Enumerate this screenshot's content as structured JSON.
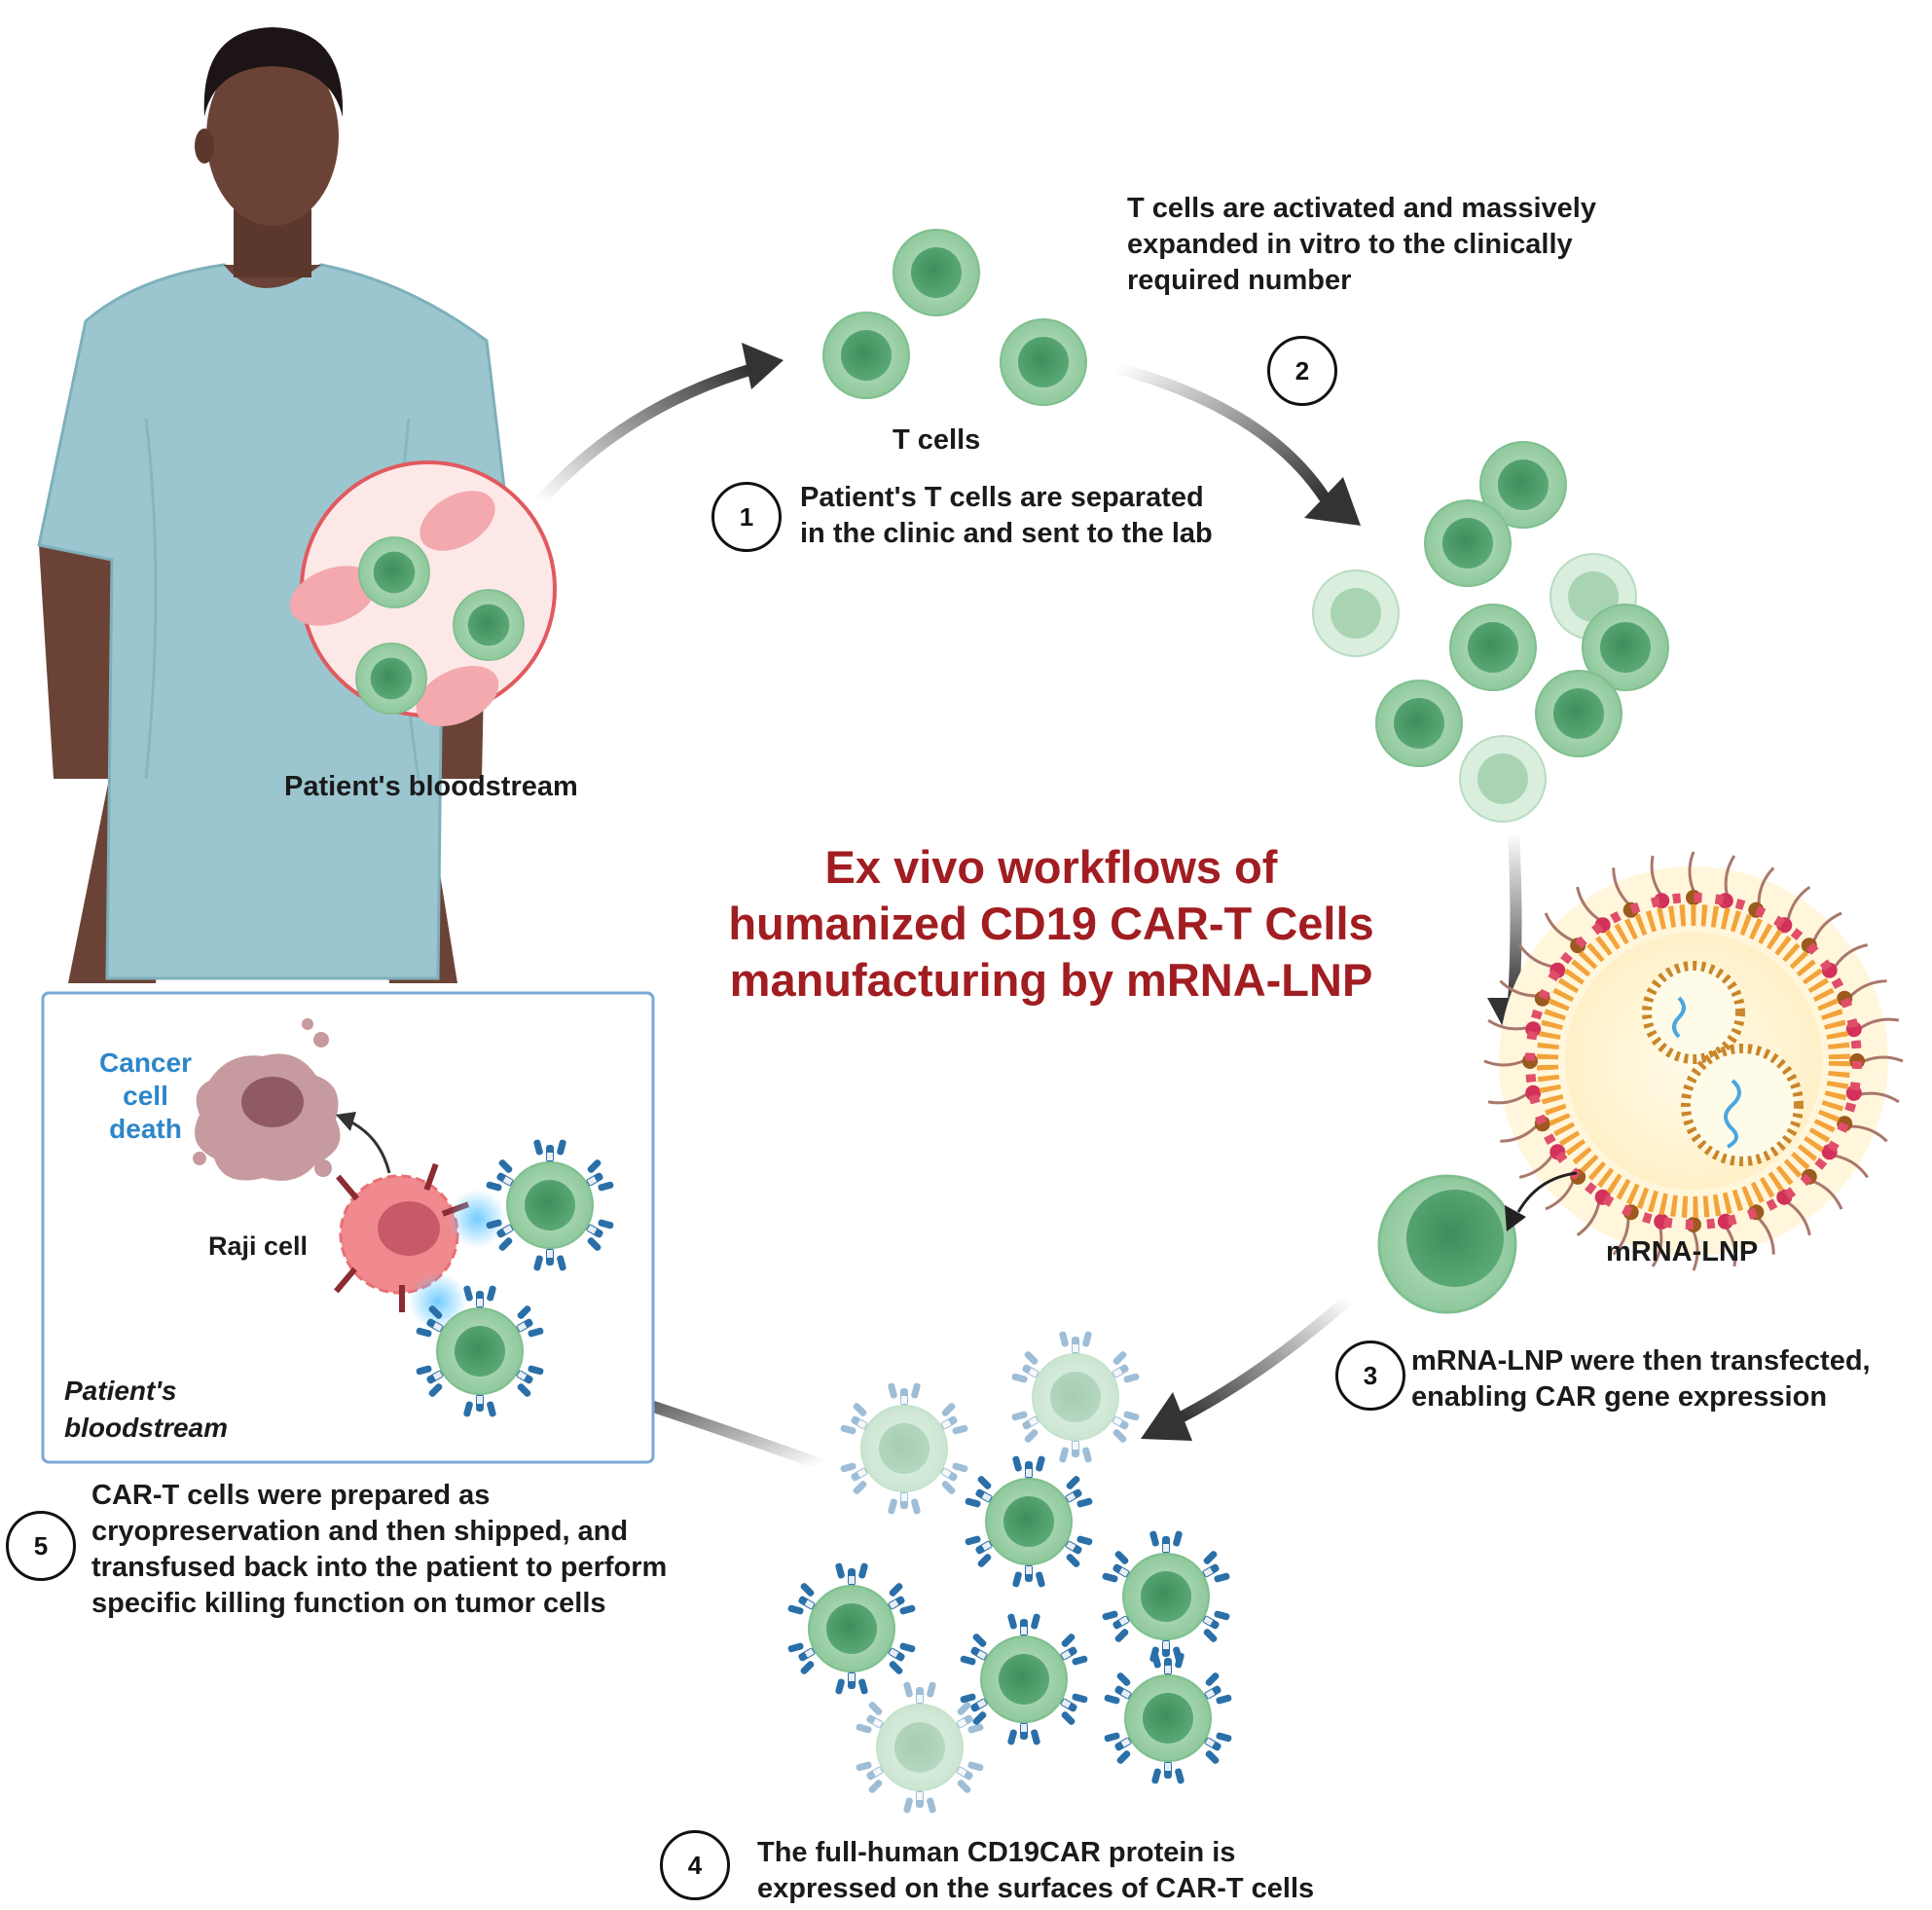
{
  "title": {
    "line1": "Ex vivo workflows of",
    "line2": "humanized CD19 CAR-T Cells",
    "line3": "manufacturing by mRNA-LNP"
  },
  "labels": {
    "patient_bloodstream": "Patient's bloodstream",
    "t_cells": "T cells",
    "mrna_lnp": "mRNA-LNP",
    "raji_cell": "Raji cell",
    "cancer_cell_death": [
      "Cancer",
      "cell",
      "death"
    ],
    "inset_bloodstream": [
      "Patient's",
      "bloodstream"
    ]
  },
  "steps": [
    {
      "number": "1",
      "text": [
        "Patient's T cells are separated",
        "in the clinic and sent to the lab"
      ]
    },
    {
      "number": "2",
      "text": [
        "T cells are activated and  massively",
        "expanded in vitro to the clinically",
        "required number"
      ]
    },
    {
      "number": "3",
      "text": [
        "mRNA-LNP were then transfected,",
        "enabling CAR gene expression"
      ]
    },
    {
      "number": "4",
      "text": [
        "The full-human CD19CAR protein is",
        "expressed  on the surfaces  of CAR-T cells"
      ]
    },
    {
      "number": "5",
      "text": [
        "CAR-T cells were prepared as",
        "cryopreservation and then shipped, and",
        "transfused back into the patient to perform",
        "specific killing function on tumor cells"
      ]
    }
  ],
  "colors": {
    "title": "#a11d21",
    "t_cell_outer": "#a9d6b3",
    "t_cell_inner": "#4f9d68",
    "skin": "#6b4336",
    "gown": "#9cc6cf",
    "red_blood_cell": "#f3a9ad",
    "car_receptor": "#2a6fa8",
    "raji_cell": "#f08a8e",
    "cancer_death_text": "#2d86c9"
  },
  "icons": [
    "patient-figure",
    "blood-sample-circle",
    "t-cell-icon",
    "lnp-particle-icon",
    "car-t-cell-icon",
    "raji-cell-icon",
    "dead-cancer-cell-icon",
    "curved-arrow-icon"
  ]
}
